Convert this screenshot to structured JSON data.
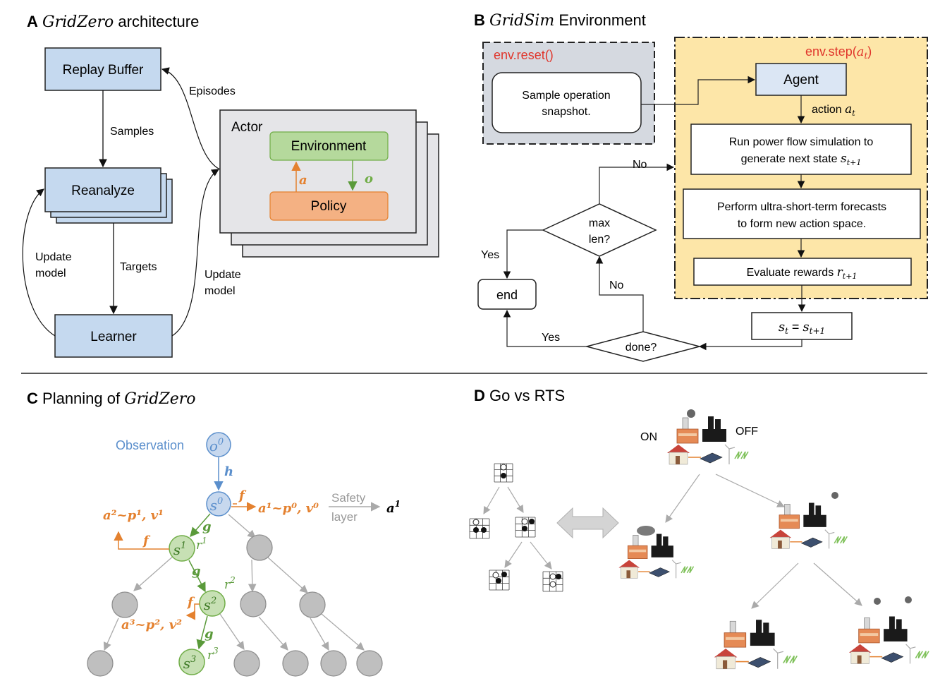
{
  "panel_a": {
    "letter": "A",
    "title_italic": "GridZero",
    "title_rest": " architecture",
    "replay_buffer": "Replay Buffer",
    "reanalyze": "Reanalyze",
    "learner": "Learner",
    "actor": "Actor",
    "environment": "Environment",
    "policy": "Policy",
    "label_a": "a",
    "label_o": "o",
    "episodes": "Episodes",
    "samples": "Samples",
    "targets": "Targets",
    "update_left_1": "Update",
    "update_left_2": "model",
    "update_right_1": "Update",
    "update_right_2": "model"
  },
  "panel_b": {
    "letter": "B",
    "title_italic": "GridSim",
    "title_rest": " Environment",
    "env_reset": "env.reset()",
    "env_step": "env.step(",
    "env_step_arg": "a",
    "env_step_sub": "t",
    "env_step_close": ")",
    "sample_1": "Sample operation",
    "sample_2": "snapshot.",
    "agent": "Agent",
    "action": "action ",
    "action_var": "a",
    "action_sub": "t",
    "run_1": "Run power flow simulation to",
    "run_2": "generate next state ",
    "run_var": "s",
    "run_sub": "t+1",
    "forecast_1": "Perform ultra-short-term forecasts",
    "forecast_2": "to form new action space.",
    "rewards": "Evaluate rewards ",
    "rewards_var": "r",
    "rewards_sub": "t+1",
    "state_update_lhs": "s",
    "state_update_lhs_sub": "t",
    "state_update_eq": " = ",
    "state_update_rhs": "s",
    "state_update_rhs_sub": "t+1",
    "done": "done?",
    "max_1": "max",
    "max_2": "len?",
    "end": "end",
    "yes_1": "Yes",
    "yes_2": "Yes",
    "no_1": "No",
    "no_2": "No"
  },
  "panel_c": {
    "letter": "C",
    "title_rest": "Planning of ",
    "title_italic": "GridZero",
    "observation": "Observation",
    "o0": "o",
    "o0_sup": "0",
    "s0": "s",
    "s0_sup": "0",
    "s1": "s",
    "s1_sup": "1",
    "s2": "s",
    "s2_sup": "2",
    "s3": "s",
    "s3_sup": "3",
    "h": "h",
    "f": "f",
    "g": "g",
    "r1": "r",
    "r1_sup": "1",
    "r2": "r",
    "r2_sup": "2",
    "r3": "r",
    "r3_sup": "3",
    "a1_expr": "a¹~p⁰, v⁰",
    "a2_expr": "a²~p¹, v¹",
    "a3_expr": "a³~p², v²",
    "safety_1": "Safety",
    "safety_2": "layer",
    "a1_out": "a",
    "a1_out_sup": "1"
  },
  "panel_d": {
    "letter": "D",
    "title": "Go vs RTS",
    "on": "ON",
    "off": "OFF"
  },
  "colors": {
    "box_blue": "#c5d9ef",
    "box_blue_border": "#1f1f1f",
    "env_green": "#b5d99c",
    "policy_orange": "#f4b183",
    "actor_gray": "#e5e5e8",
    "reset_gray": "#d5d9e0",
    "step_yellow": "#fde6a8",
    "red_label": "#e0352b",
    "obs_blue": "#5b8fcc",
    "orange": "#e4812f",
    "green": "#5a9a3a",
    "node_gray": "#bfbfbf"
  }
}
